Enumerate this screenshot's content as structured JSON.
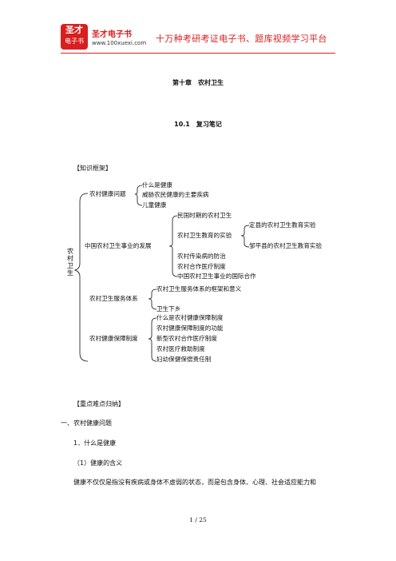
{
  "header": {
    "logo_line1": "圣才",
    "logo_line2": "电子书",
    "brand": "圣才电子书",
    "site": "www.100xuexi.com",
    "slogan": "十万种考研考证电子书、题库视频学习平台"
  },
  "chapter_title": "第十章　农村卫生",
  "section_title": "10.1　复习笔记",
  "framework_label": "【知识框架】",
  "mindmap": {
    "root": "农村卫生",
    "branches": [
      {
        "label": "农村健康问题",
        "children": [
          "什么是健康",
          "威胁农民健康的主要疾病",
          "儿童健康"
        ]
      },
      {
        "label": "中国农村卫生事业的发展",
        "children": [
          "民国时期的农村卫生",
          "农村卫生教育的实验",
          "农村传染病的防治",
          "农村合作医疗制度",
          "中国农村卫生事业的国际合作"
        ],
        "sub": {
          "parent": "农村卫生教育的实验",
          "children": [
            "定县的农村卫生教育实验",
            "邹平县的农村卫生教育实验"
          ]
        }
      },
      {
        "label": "农村卫生服务体系",
        "children": [
          "农村卫生服务体系的框架和意义",
          "卫生下乡"
        ]
      },
      {
        "label": "农村健康保障制度",
        "children": [
          "什么是农村健康保障制度",
          "农村健康保障制度的功能",
          "新型农村合作医疗制度",
          "农村医疗救助制度",
          "妇幼保健保偿责任制"
        ]
      }
    ]
  },
  "key_label": "【重点难点归纳】",
  "heading1": "一、农村健康问题",
  "heading2": "1．什么是健康",
  "heading3": "（1）健康的含义",
  "paragraph": "健康不仅仅是指没有疾病或身体不虚弱的状态，而是包含身体、心理、社会适应能力和",
  "page_number": "1 / 25",
  "colors": {
    "brand_red": "#d81e1e"
  }
}
